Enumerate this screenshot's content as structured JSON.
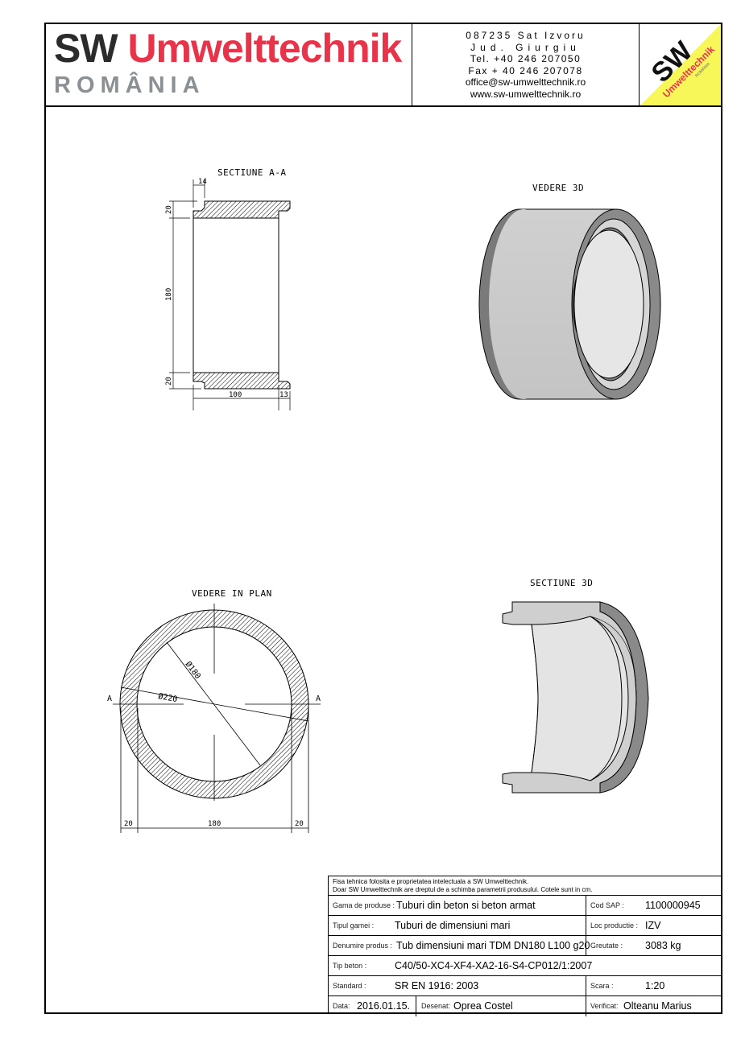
{
  "header": {
    "brand_sw": "SW",
    "brand_name": "Umwelttechnik",
    "brand_country": "ROMÂNIA",
    "contact": {
      "address1": "087235 Sat Izvoru",
      "address2": "Jud. Giurgiu",
      "tel": "Tel. +40 246 207050",
      "fax": "Fax + 40 246 207078",
      "email": "office@sw-umwelttechnik.ro",
      "web": "www.sw-umwelttechnik.ro"
    },
    "logo_text": "SW Umwelttechnik ROMÂNIA",
    "colors": {
      "brand_red": "#e8344a",
      "brand_dark": "#2b2b2b",
      "logo_yellow": "#f7f75a"
    }
  },
  "drawings": {
    "section_aa": {
      "title": "SECTIUNE  A-A",
      "dims": {
        "socket": "14",
        "wall_top": "20",
        "inner": "180",
        "wall_bottom": "20",
        "length": "100",
        "spigot": "13"
      }
    },
    "view_3d": {
      "title": "VEDERE 3D"
    },
    "plan_view": {
      "title": "VEDERE IN PLAN",
      "dims": {
        "inner_diameter": "Ø180",
        "outer_diameter": "Ø220",
        "left_wall": "20",
        "inner": "180",
        "right_wall": "20"
      },
      "section_mark": "A"
    },
    "section_3d": {
      "title": "SECTIUNE 3D"
    }
  },
  "title_block": {
    "note1": "Fisa tehnica folosita e proprietatea intelectuala a SW Umwelttechnik.",
    "note2": "Doar SW Umwelttechnik are dreptul de a schimba parametrii produsului. Cotele sunt in cm.",
    "gama_label": "Gama de produse :",
    "gama_value": "Tuburi din beton si beton armat",
    "cod_label": "Cod SAP :",
    "cod_value": "1100000945",
    "tip_gamei_label": "Tipul gamei :",
    "tip_gamei_value": "Tuburi de dimensiuni mari",
    "loc_label": "Loc productie :",
    "loc_value": "IZV",
    "denumire_label": "Denumire produs :",
    "denumire_value": "Tub dimensiuni mari TDM DN180 L100 g20",
    "greutate_label": "Greutate :",
    "greutate_value": "3083 kg",
    "beton_label": "Tip beton :",
    "beton_value": "C40/50-XC4-XF4-XA2-16-S4-CP012/1:2007",
    "standard_label": "Standard :",
    "standard_value": "SR EN 1916: 2003",
    "scara_label": "Scara :",
    "scara_value": "1:20",
    "data_label": "Data:",
    "data_value": "2016.01.15.",
    "desenat_label": "Desenat:",
    "desenat_value": "Oprea Costel",
    "verificat_label": "Verificat:",
    "verificat_value": "Olteanu Marius"
  }
}
